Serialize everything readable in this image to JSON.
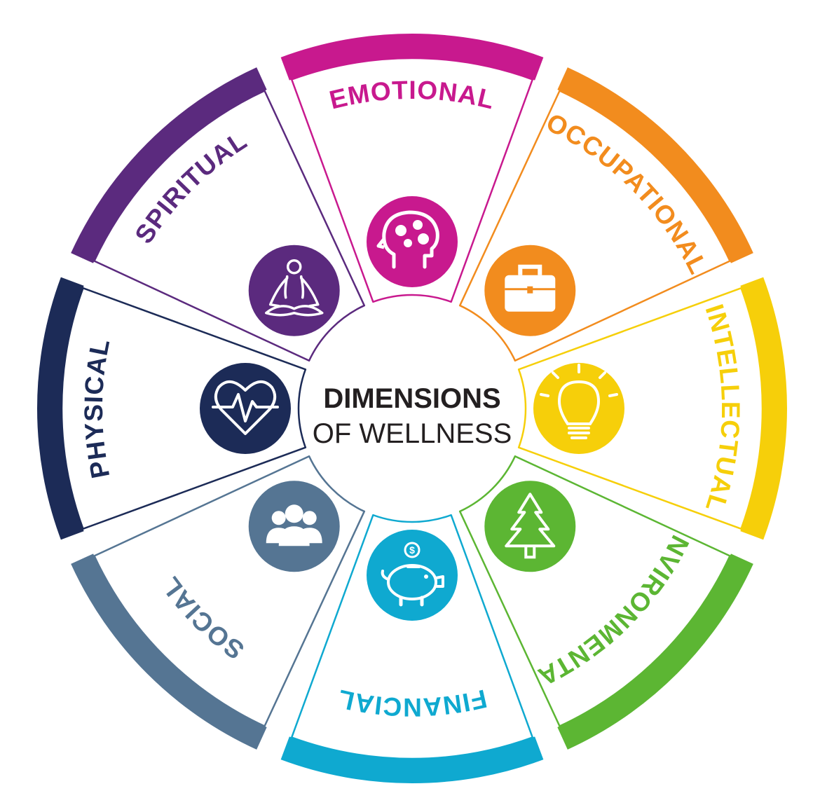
{
  "title": {
    "line1": "DIMENSIONS",
    "line2": "OF WELLNESS"
  },
  "segments": [
    {
      "key": "emotional",
      "label": "EMOTIONAL",
      "color": "#c8198e",
      "icon": "brain-head-icon"
    },
    {
      "key": "occupational",
      "label": "OCCUPATIONAL",
      "color": "#f28c1e",
      "icon": "briefcase-icon"
    },
    {
      "key": "intellectual",
      "label": "INTELLECTUAL",
      "color": "#f6cf0a",
      "icon": "lightbulb-icon"
    },
    {
      "key": "environmental",
      "label": "ENVIRONMENTAL",
      "color": "#5cb633",
      "icon": "pine-tree-icon"
    },
    {
      "key": "financial",
      "label": "FINANCIAL",
      "color": "#0fa9d0",
      "icon": "piggy-bank-icon"
    },
    {
      "key": "social",
      "label": "SOCIAL",
      "color": "#557593",
      "icon": "people-group-icon"
    },
    {
      "key": "physical",
      "label": "PHYSICAL",
      "color": "#1c2b57",
      "icon": "heartbeat-icon"
    },
    {
      "key": "spiritual",
      "label": "SPIRITUAL",
      "color": "#5b2a7e",
      "icon": "meditation-icon"
    }
  ]
}
